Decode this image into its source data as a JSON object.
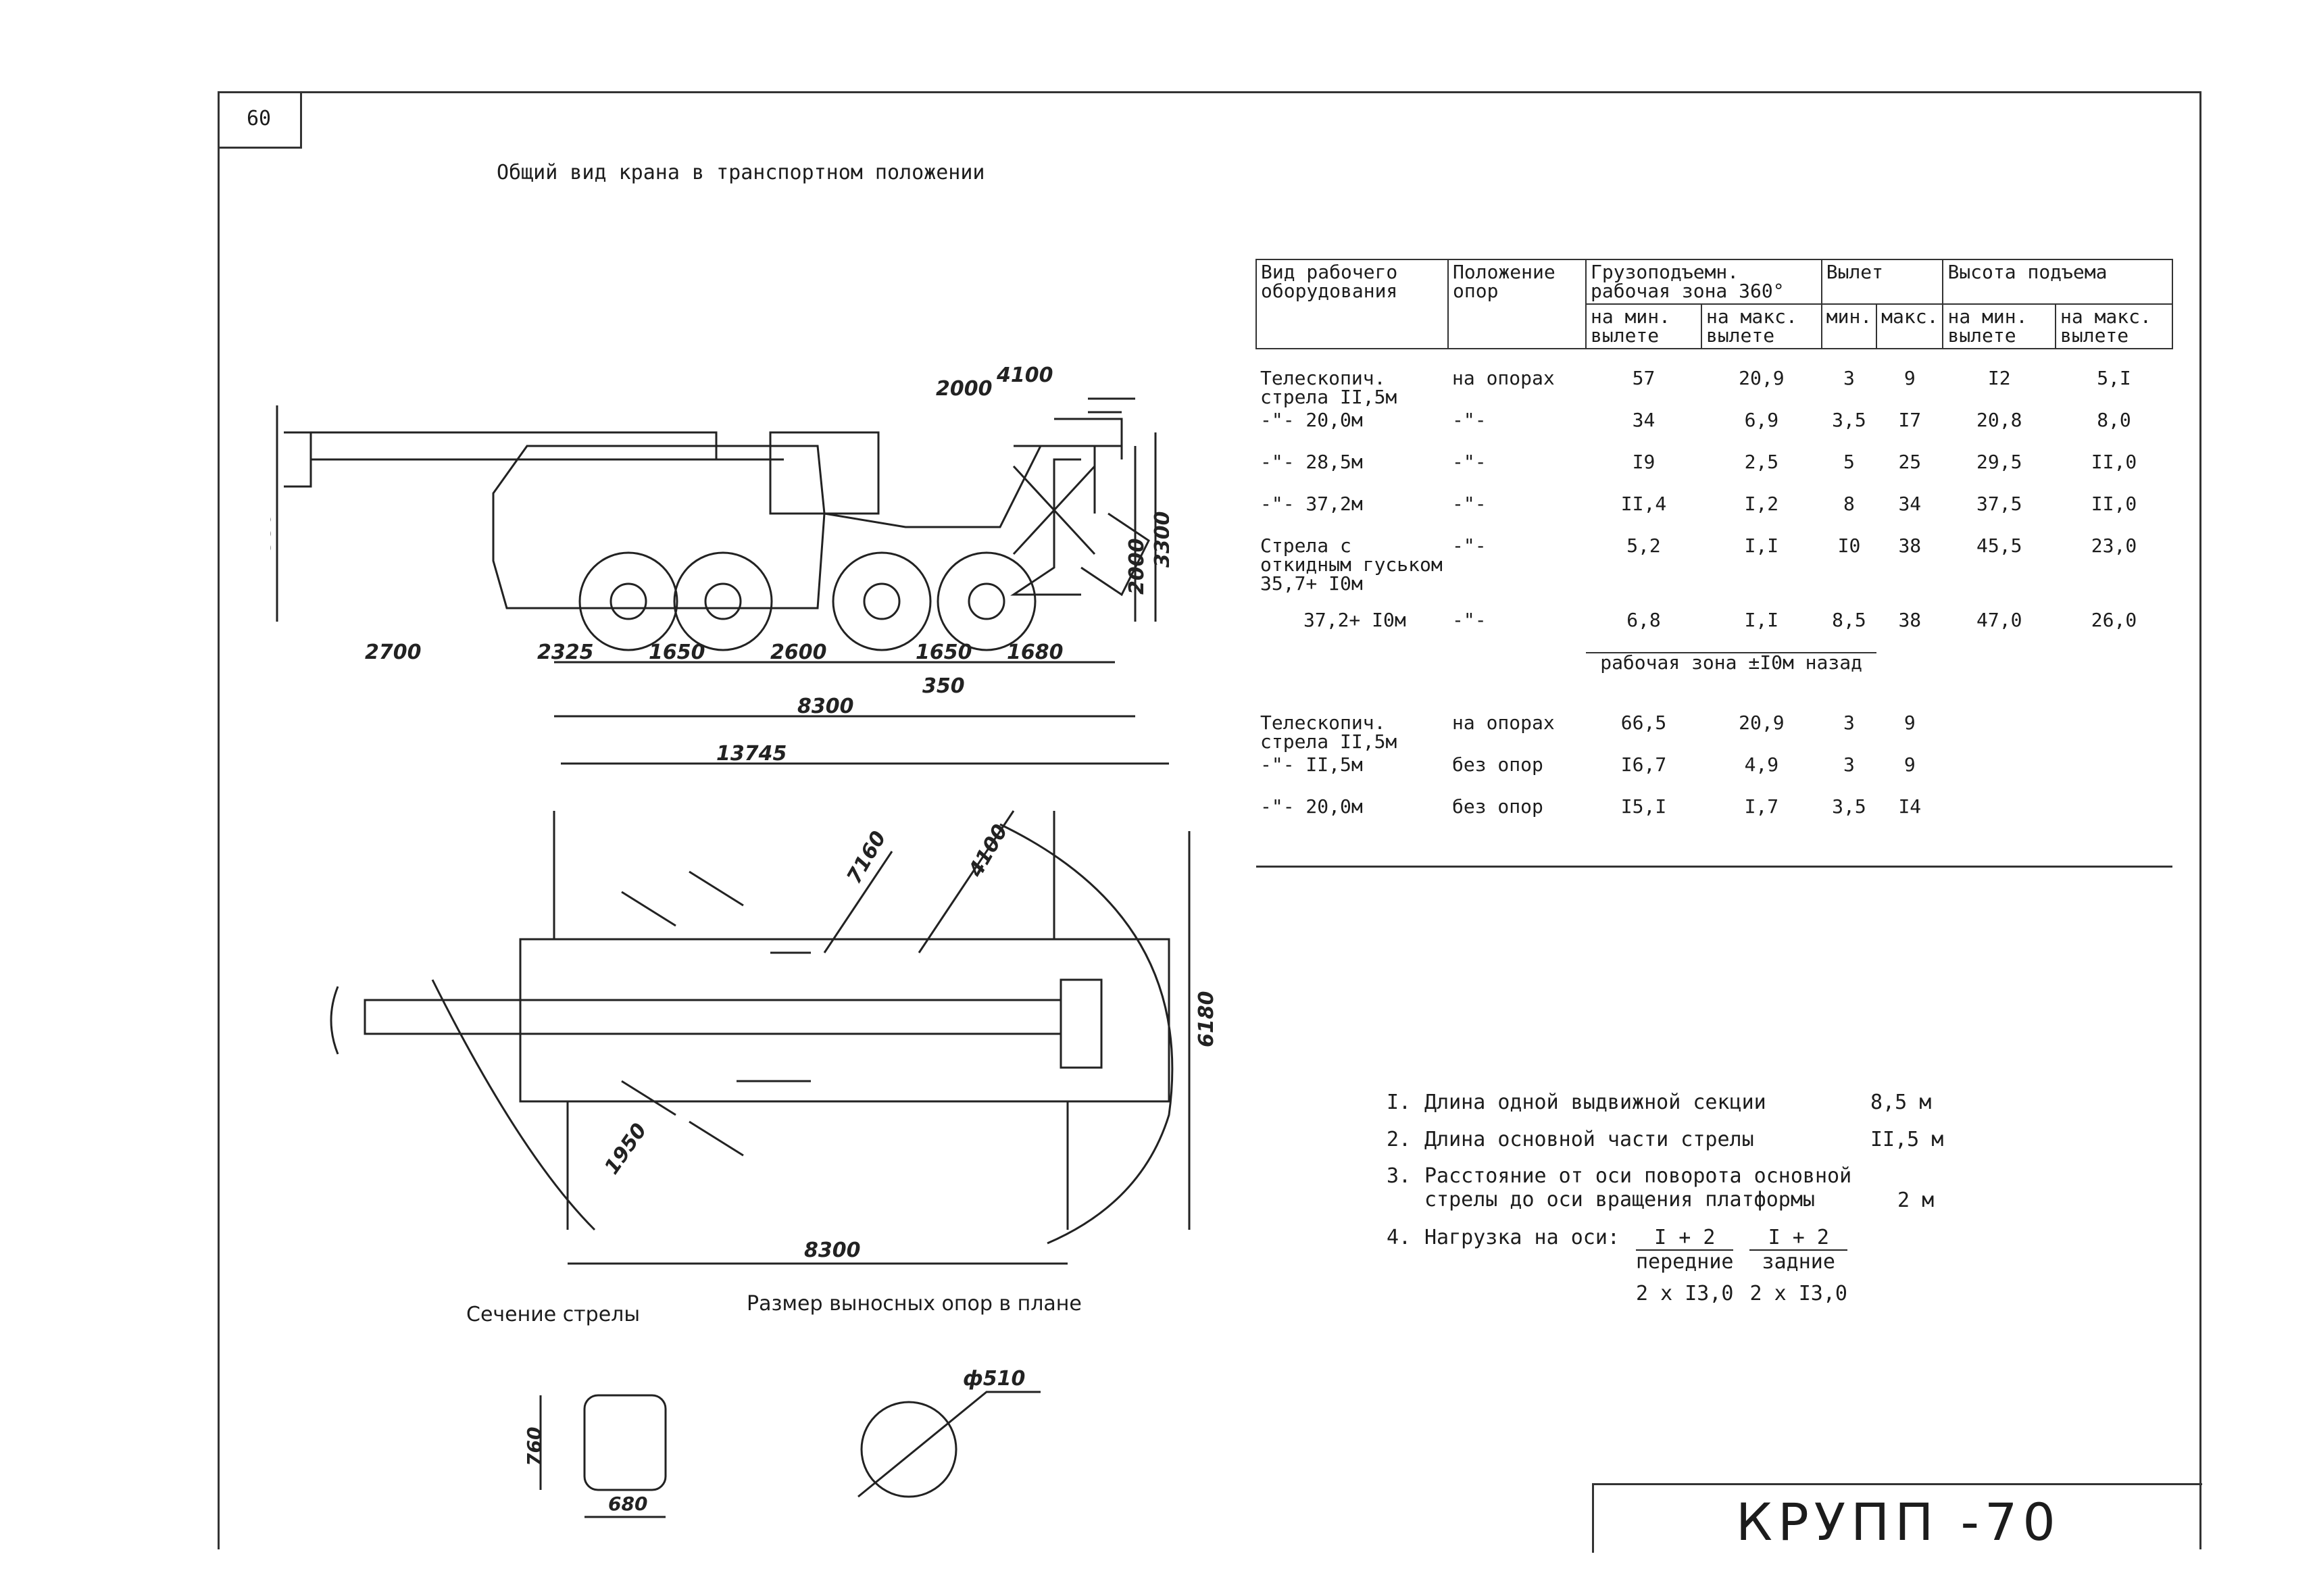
{
  "page_number": "60",
  "title": "Общий вид крана в транспортном положении",
  "table": {
    "headers": {
      "equipment": "Вид рабочего оборудования",
      "supports": "Положение опор",
      "capacity": "Грузоподъемн. рабочая зона 360°",
      "reach": "Вылет",
      "height": "Высота подъема",
      "at_min": "на мин. вылете",
      "at_max": "на макс. вылете",
      "min": "мин.",
      "max": "макс."
    },
    "rows1": [
      {
        "eq": "Телескопич. стрела II,5м",
        "sup": "на опорах",
        "c1": "57",
        "c2": "20,9",
        "r1": "3",
        "r2": "9",
        "h1": "I2",
        "h2": "5,I"
      },
      {
        "eq": "-\"- 20,0м",
        "sup": "-\"-",
        "c1": "34",
        "c2": "6,9",
        "r1": "3,5",
        "r2": "I7",
        "h1": "20,8",
        "h2": "8,0"
      },
      {
        "eq": "-\"- 28,5м",
        "sup": "-\"-",
        "c1": "I9",
        "c2": "2,5",
        "r1": "5",
        "r2": "25",
        "h1": "29,5",
        "h2": "II,0"
      },
      {
        "eq": "-\"- 37,2м",
        "sup": "-\"-",
        "c1": "II,4",
        "c2": "I,2",
        "r1": "8",
        "r2": "34",
        "h1": "37,5",
        "h2": "II,0"
      },
      {
        "eq": "Стрела с откидным гуськом 35,7+ I0м",
        "sup": "-\"-",
        "c1": "5,2",
        "c2": "I,I",
        "r1": "I0",
        "r2": "38",
        "h1": "45,5",
        "h2": "23,0"
      },
      {
        "eq": "37,2+ I0м",
        "sup": "-\"-",
        "c1": "6,8",
        "c2": "I,I",
        "r1": "8,5",
        "r2": "38",
        "h1": "47,0",
        "h2": "26,0"
      }
    ],
    "zone_back": "рабочая зона ±I0м назад",
    "rows2": [
      {
        "eq": "Телескопич. стрела II,5м",
        "sup": "на опорах",
        "c1": "66,5",
        "c2": "20,9",
        "r1": "3",
        "r2": "9"
      },
      {
        "eq": "-\"- II,5м",
        "sup": "без опор",
        "c1": "I6,7",
        "c2": "4,9",
        "r1": "3",
        "r2": "9"
      },
      {
        "eq": "-\"- 20,0м",
        "sup": "без опор",
        "c1": "I5,I",
        "c2": "I,7",
        "r1": "3,5",
        "r2": "I4"
      }
    ]
  },
  "notes": [
    {
      "num": "I.",
      "text": "Длина одной выдвижной секции",
      "value": "8,5 м"
    },
    {
      "num": "2.",
      "text": "Длина основной части стрелы",
      "value": "II,5 м"
    },
    {
      "num": "3.",
      "text": "Расстояние от оси поворота основной стрелы до оси вращения платформы",
      "value": "2 м"
    }
  ],
  "load": {
    "num": "4.",
    "label": "Нагрузка на оси:",
    "front_top": "I + 2",
    "front_bottom": "передние",
    "front_value": "2 x I3,0",
    "rear_top": "I + 2",
    "rear_bottom": "задние",
    "rear_value": "2 x I3,0"
  },
  "drawing_labels": {
    "boom_section": "Сечение стрелы",
    "outrigger_plan": "Размер выносных опор в плане"
  },
  "dims_side": [
    "4100",
    "2000",
    "3300",
    "2000",
    "2880",
    "2700",
    "2325",
    "1650",
    "2600",
    "1650",
    "1680",
    "350",
    "8300",
    "13745"
  ],
  "dims_plan": [
    "7160",
    "4100",
    "6180",
    "1950",
    "8300"
  ],
  "dims_section": [
    "760",
    "680",
    "ф510"
  ],
  "model": "КРУПП -70"
}
